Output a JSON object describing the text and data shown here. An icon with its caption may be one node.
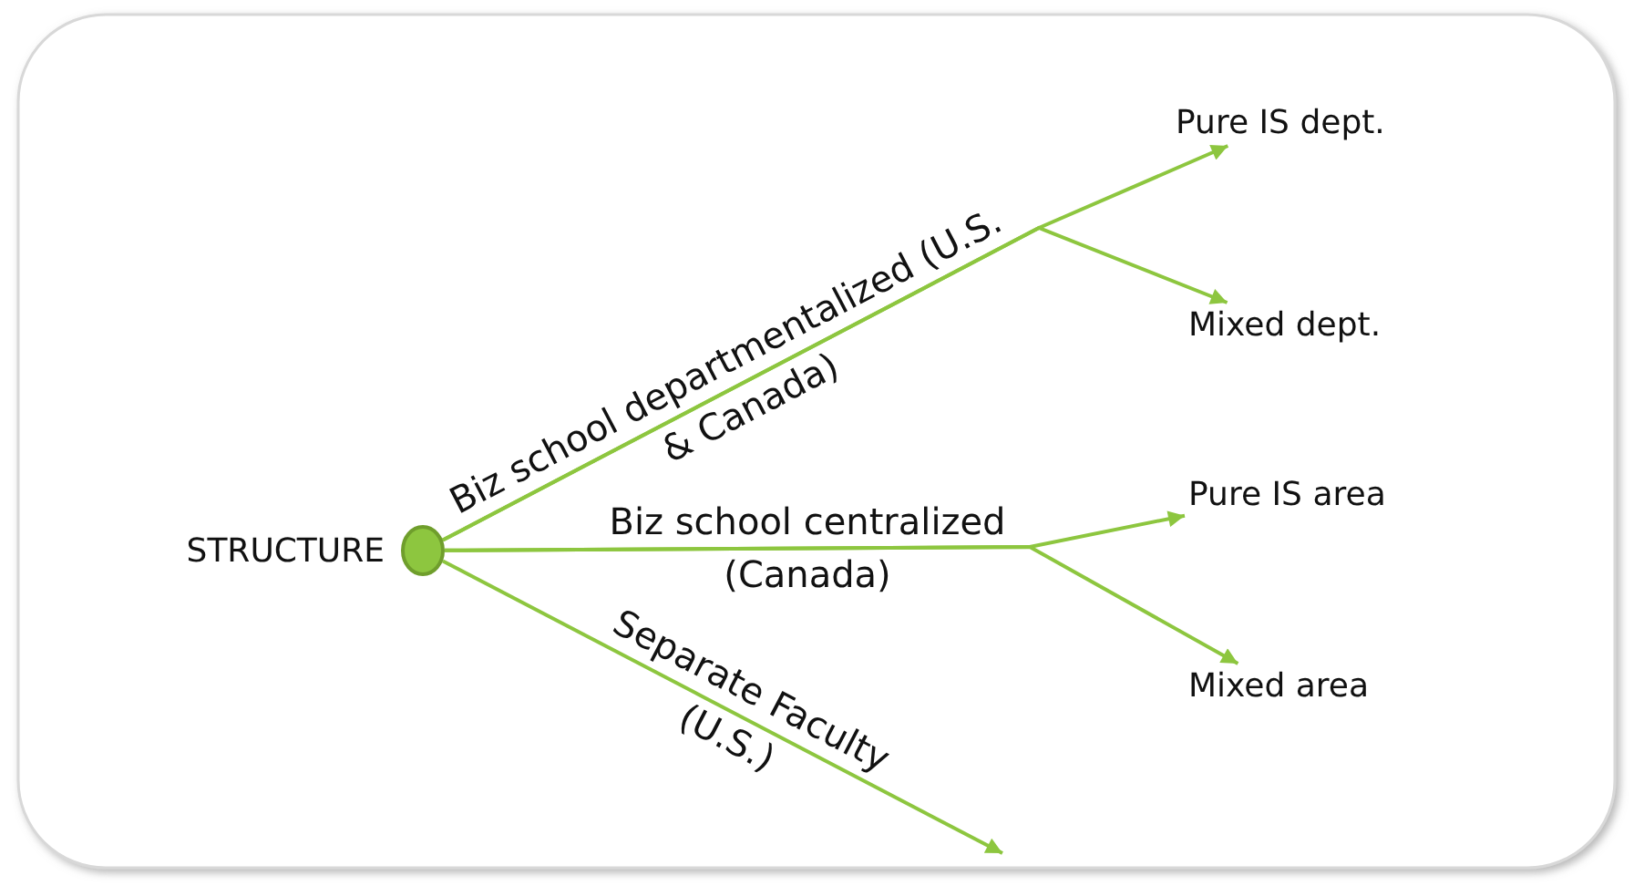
{
  "diagram": {
    "nodes": [
      {
        "text": [],
        "shape": "circle",
        "beside": [
          "STRUCTURE"
        ]
      },
      {
        "text": [
          "Pure IS dept."
        ]
      },
      {
        "text": [
          "Mixed dept."
        ]
      },
      {
        "text": [
          "Pure IS area"
        ]
      },
      {
        "text": [
          "Mixed area"
        ]
      }
    ],
    "edges": [
      {
        "from": 0,
        "to": 1,
        "arrow": "to",
        "label": "Biz school departmentalized (U.S. & Canada)"
      },
      {
        "from": 0,
        "to": 2,
        "arrow": "to"
      },
      {
        "from": 0,
        "to": 3,
        "arrow": "to",
        "label": "Biz school centralized (Canada)"
      },
      {
        "from": 0,
        "to": 4,
        "arrow": "to"
      },
      {
        "from": 0,
        "to": null,
        "arrow": "to",
        "label": "Separate Faculty (U.S.)"
      }
    ]
  }
}
